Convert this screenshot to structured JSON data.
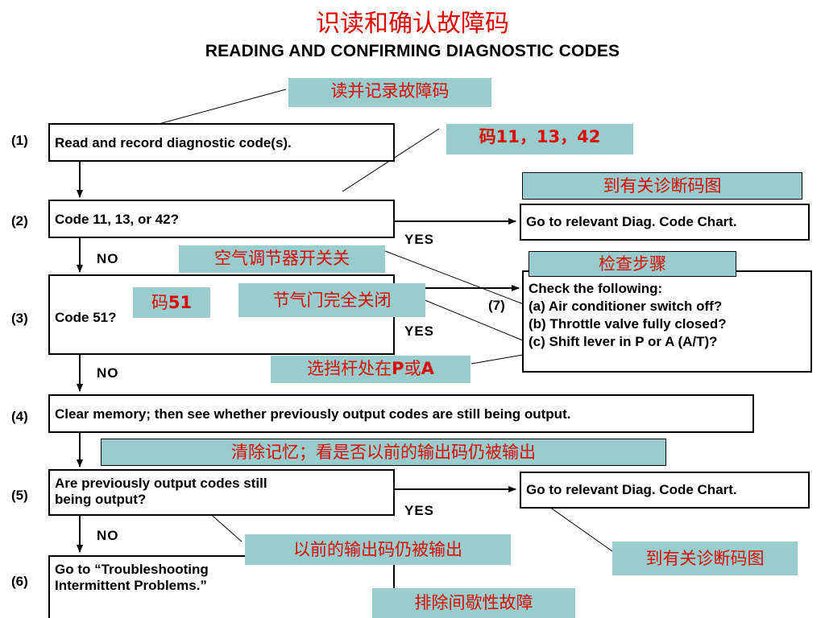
{
  "title_cn": "识读和确认故障码",
  "title_en": "READING AND CONFIRMING DIAGNOSTIC CODES",
  "steps": [
    {
      "num": "(1)",
      "text": "Read and record diagnostic code(s)."
    },
    {
      "num": "(2)",
      "text": "Code 11, 13, or 42?"
    },
    {
      "num": "(3)",
      "text": "Code 51?"
    },
    {
      "num": "(4)",
      "text": "Clear memory; then see whether previously output codes are still being output."
    },
    {
      "num": "(5)",
      "text_line1": "Are previously output codes still",
      "text_line2": "being output?"
    },
    {
      "num": "(6)",
      "text_line1": "Go to “Troubleshooting",
      "text_line2": "Intermittent Problems.”"
    }
  ],
  "step7_num": "(7)",
  "right_boxes": {
    "goto_chart_1": "Go to relevant Diag. Code Chart.",
    "goto_chart_2": "Go to relevant Diag. Code Chart.",
    "check_title": "Check the following:",
    "check_a": "(a) Air conditioner switch off?",
    "check_b": "(b) Throttle valve fully closed?",
    "check_c": "(c) Shift lever in P or A (A/T)?"
  },
  "branch_labels": {
    "yes": "YES",
    "no": "NO"
  },
  "cn_labels": {
    "read_record": "读并记录故障码",
    "codes_11_13_42": "码11，13，42",
    "goto_chart_cn_1": "到有关诊断码图",
    "ac_switch_off": "空气调节器开关关",
    "check_steps": "检查步骤",
    "code51_prefix": "码",
    "code51_num": "51",
    "throttle_closed": "节气门完全关闭",
    "shift_prefix": "选挡杆处在",
    "shift_p": "P",
    "shift_or": "或",
    "shift_a": "A",
    "clear_memory_cn": "清除记忆；看是否以前的输出码仍被输出",
    "prev_output_cn": "以前的输出码仍被输出",
    "goto_chart_cn_2": "到有关诊断码图",
    "intermittent_cn": "排除间歇性故障"
  }
}
